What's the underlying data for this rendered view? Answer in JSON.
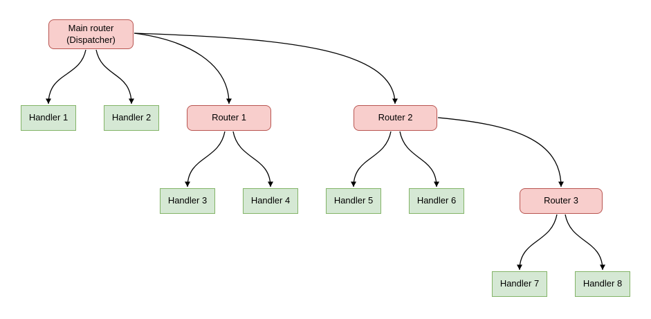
{
  "diagram": {
    "nodes": [
      {
        "id": "main-router",
        "label": "Main router\n(Dispatcher)",
        "type": "router"
      },
      {
        "id": "handler-1",
        "label": "Handler 1",
        "type": "handler"
      },
      {
        "id": "handler-2",
        "label": "Handler 2",
        "type": "handler"
      },
      {
        "id": "router-1",
        "label": "Router 1",
        "type": "router"
      },
      {
        "id": "router-2",
        "label": "Router 2",
        "type": "router"
      },
      {
        "id": "handler-3",
        "label": "Handler 3",
        "type": "handler"
      },
      {
        "id": "handler-4",
        "label": "Handler 4",
        "type": "handler"
      },
      {
        "id": "handler-5",
        "label": "Handler 5",
        "type": "handler"
      },
      {
        "id": "handler-6",
        "label": "Handler 6",
        "type": "handler"
      },
      {
        "id": "router-3",
        "label": "Router 3",
        "type": "router"
      },
      {
        "id": "handler-7",
        "label": "Handler 7",
        "type": "handler"
      },
      {
        "id": "handler-8",
        "label": "Handler 8",
        "type": "handler"
      }
    ],
    "edges": [
      {
        "from": "main-router",
        "to": "handler-1"
      },
      {
        "from": "main-router",
        "to": "handler-2"
      },
      {
        "from": "main-router",
        "to": "router-1"
      },
      {
        "from": "main-router",
        "to": "router-2"
      },
      {
        "from": "router-1",
        "to": "handler-3"
      },
      {
        "from": "router-1",
        "to": "handler-4"
      },
      {
        "from": "router-2",
        "to": "handler-5"
      },
      {
        "from": "router-2",
        "to": "handler-6"
      },
      {
        "from": "router-2",
        "to": "router-3"
      },
      {
        "from": "router-3",
        "to": "handler-7"
      },
      {
        "from": "router-3",
        "to": "handler-8"
      }
    ],
    "colors": {
      "router_fill": "#f8cecc",
      "router_border": "#b85450",
      "handler_fill": "#d5e8d4",
      "handler_border": "#82b366",
      "edge": "#000000"
    }
  }
}
